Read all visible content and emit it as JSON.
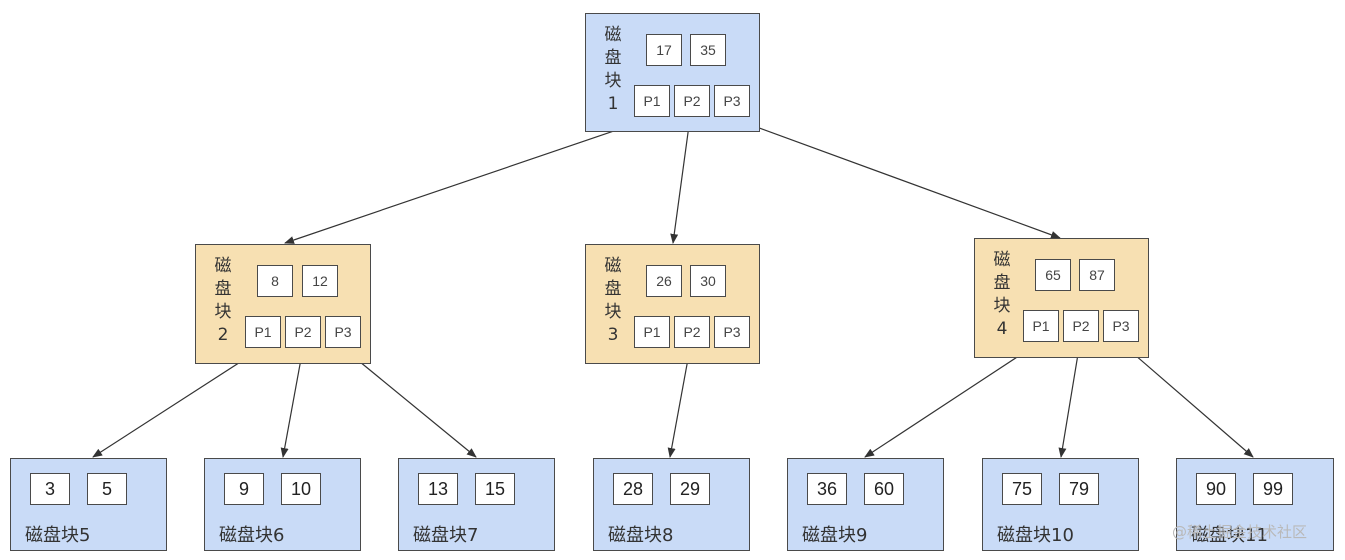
{
  "root": {
    "label_chars": [
      "磁",
      "盘",
      "块",
      "1"
    ],
    "keys": [
      "17",
      "35"
    ],
    "pointers": [
      "P1",
      "P2",
      "P3"
    ]
  },
  "mid": [
    {
      "label_chars": [
        "磁",
        "盘",
        "块",
        "2"
      ],
      "keys": [
        "8",
        "12"
      ],
      "pointers": [
        "P1",
        "P2",
        "P3"
      ]
    },
    {
      "label_chars": [
        "磁",
        "盘",
        "块",
        "3"
      ],
      "keys": [
        "26",
        "30"
      ],
      "pointers": [
        "P1",
        "P2",
        "P3"
      ]
    },
    {
      "label_chars": [
        "磁",
        "盘",
        "块",
        "4"
      ],
      "keys": [
        "65",
        "87"
      ],
      "pointers": [
        "P1",
        "P2",
        "P3"
      ]
    }
  ],
  "leaves": [
    {
      "label": "磁盘块5",
      "keys": [
        "3",
        "5"
      ]
    },
    {
      "label": "磁盘块6",
      "keys": [
        "9",
        "10"
      ]
    },
    {
      "label": "磁盘块7",
      "keys": [
        "13",
        "15"
      ]
    },
    {
      "label": "磁盘块8",
      "keys": [
        "28",
        "29"
      ]
    },
    {
      "label": "磁盘块9",
      "keys": [
        "36",
        "60"
      ]
    },
    {
      "label": "磁盘块10",
      "keys": [
        "75",
        "79"
      ]
    },
    {
      "label": "磁盘块11",
      "keys": [
        "90",
        "99"
      ]
    }
  ],
  "watermark": "@稀土掘金技术社区"
}
